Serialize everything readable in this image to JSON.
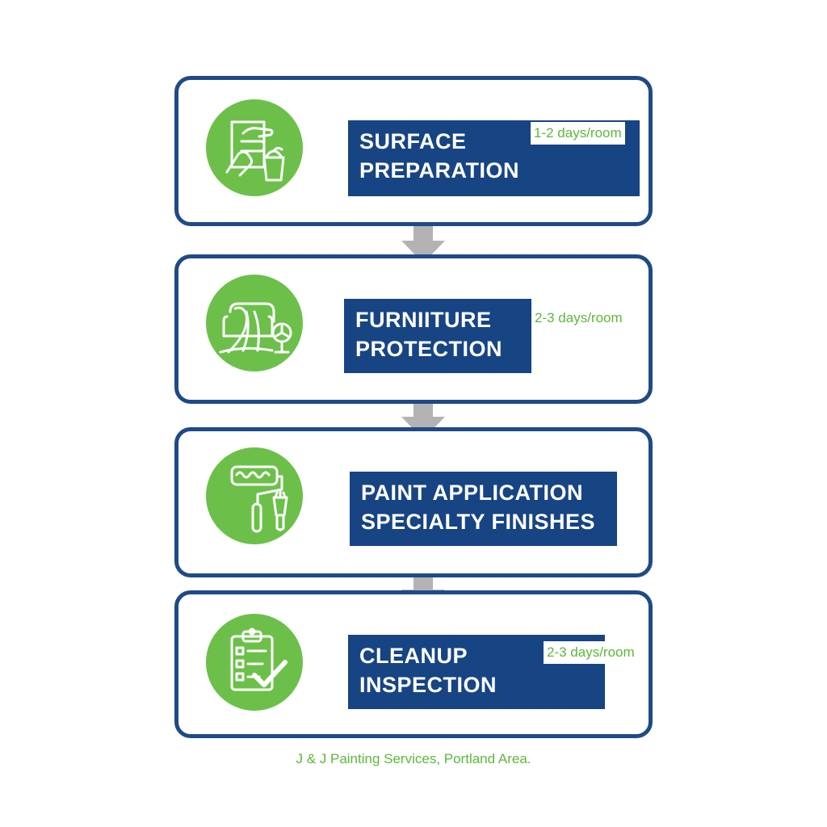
{
  "colors": {
    "navy": "#1f4a87",
    "title_bg": "#174483",
    "green": "#6cc04a",
    "duration_text": "#5cb83a",
    "arrow": "#b3b3b3"
  },
  "steps": [
    {
      "icon": "surface-preparation-icon",
      "title_line1": "SURFACE",
      "title_line2": "PREPARATION",
      "duration": "1-2 days/room"
    },
    {
      "icon": "furniture-protection-icon",
      "title_line1": "FURNIITURE",
      "title_line2": "PROTECTION",
      "duration": "2-3 days/room"
    },
    {
      "icon": "paint-roller-brush-icon",
      "title_line1": "PAINT APPLICATION",
      "title_line2": "SPECIALTY FINISHES",
      "duration": ""
    },
    {
      "icon": "clipboard-checklist-icon",
      "title_line1": "CLEANUP",
      "title_line2": "INSPECTION",
      "duration": "2-3 days/room"
    }
  ],
  "footer": "J & J Painting Services, Portland Area."
}
